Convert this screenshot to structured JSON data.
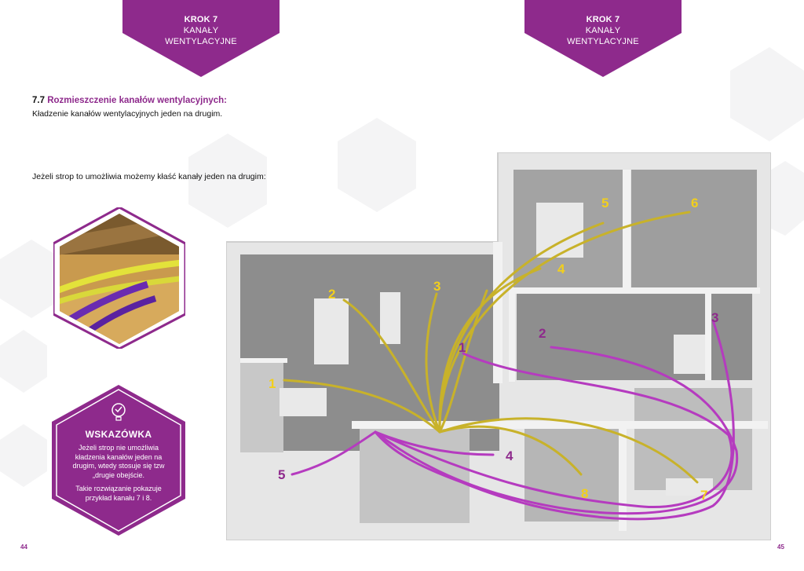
{
  "header": {
    "step_label": "KROK 7",
    "step_title_1": "KANAŁY",
    "step_title_2": "WENTYLACYJNE"
  },
  "section": {
    "number": "7.7",
    "title": "Rozmieszczenie kanałów wentylacyjnych:",
    "subtitle": "Kładzenie kanałów wentylacyjnych jeden na drugim."
  },
  "intro": "Jeżeli strop to umożliwia możemy kłaść kanały jeden na drugim:",
  "tip": {
    "heading": "WSKAZÓWKA",
    "paragraph_1": "Jeżeli strop nie umożliwia kładzenia kanałów jeden na drugim, wtedy stosuje się tzw „drugie obejście.",
    "paragraph_2": "Takie rozwiązanie pokazuje przykład kanału 7 i 8."
  },
  "page_numbers": {
    "left": "44",
    "right": "45"
  },
  "colors": {
    "accent": "#8e2a8c",
    "yellow_duct": "#c8b22a",
    "purple_duct": "#b53bbf"
  },
  "plan_labels": {
    "yellow": [
      "1",
      "2",
      "3",
      "4",
      "5",
      "6",
      "7",
      "8"
    ],
    "purple": [
      "1",
      "2",
      "3",
      "4",
      "5"
    ]
  }
}
